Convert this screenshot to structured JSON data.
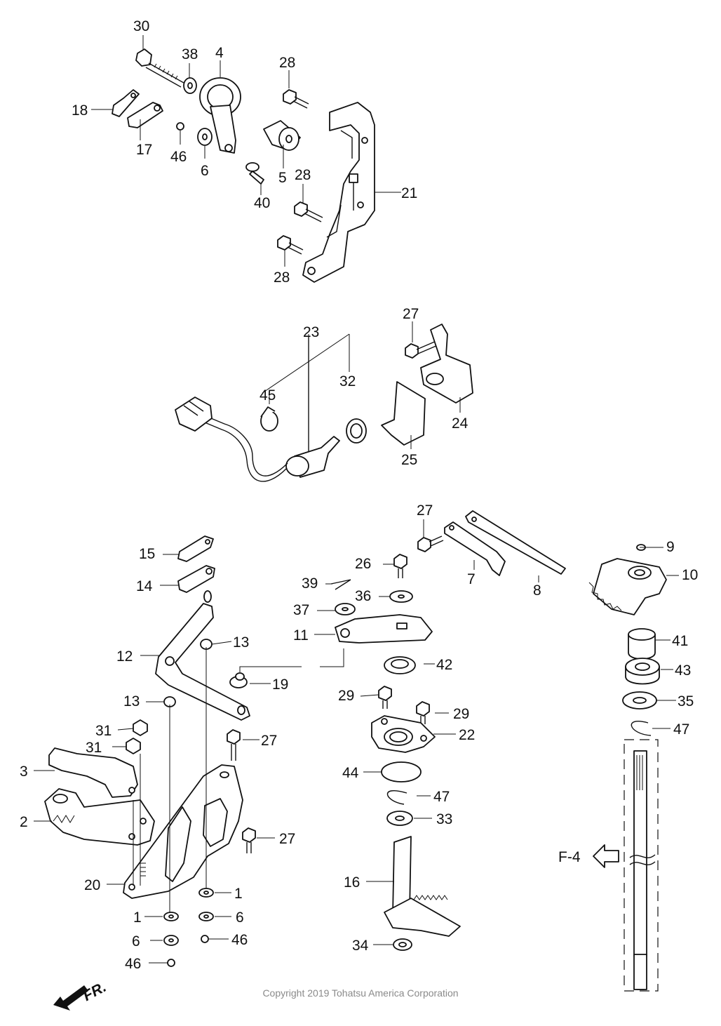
{
  "labels": {
    "l30": "30",
    "l38": "38",
    "l4": "4",
    "l28a": "28",
    "l18": "18",
    "l17": "17",
    "l46a": "46",
    "l6a": "6",
    "l5": "5",
    "l40": "40",
    "l28b": "28",
    "l21": "21",
    "l28c": "28",
    "l27a": "27",
    "l23": "23",
    "l32": "32",
    "l45": "45",
    "l24": "24",
    "l25": "25",
    "l27b": "27",
    "l9": "9",
    "l15": "15",
    "l26": "26",
    "l7": "7",
    "l8": "8",
    "l10": "10",
    "l14": "14",
    "l39": "39",
    "l36": "36",
    "l37": "37",
    "l11": "11",
    "l13a": "13",
    "l12": "12",
    "l42": "42",
    "l41": "41",
    "l43": "43",
    "l19": "19",
    "l13b": "13",
    "l29a": "29",
    "l29b": "29",
    "l35": "35",
    "l31a": "31",
    "l27c": "27",
    "l22": "22",
    "l47a": "47",
    "l31b": "31",
    "l3": "3",
    "l44": "44",
    "l47b": "47",
    "l2": "2",
    "l33": "33",
    "l27d": "27",
    "l20": "20",
    "l16": "16",
    "l1a": "1",
    "l1b": "1",
    "l6b": "6",
    "l6c": "6",
    "l46b": "46",
    "l34": "34",
    "l46c": "46",
    "ref": "F-4",
    "front": "FR."
  },
  "copyright": "Copyright 2019 Tohatsu America Corporation"
}
